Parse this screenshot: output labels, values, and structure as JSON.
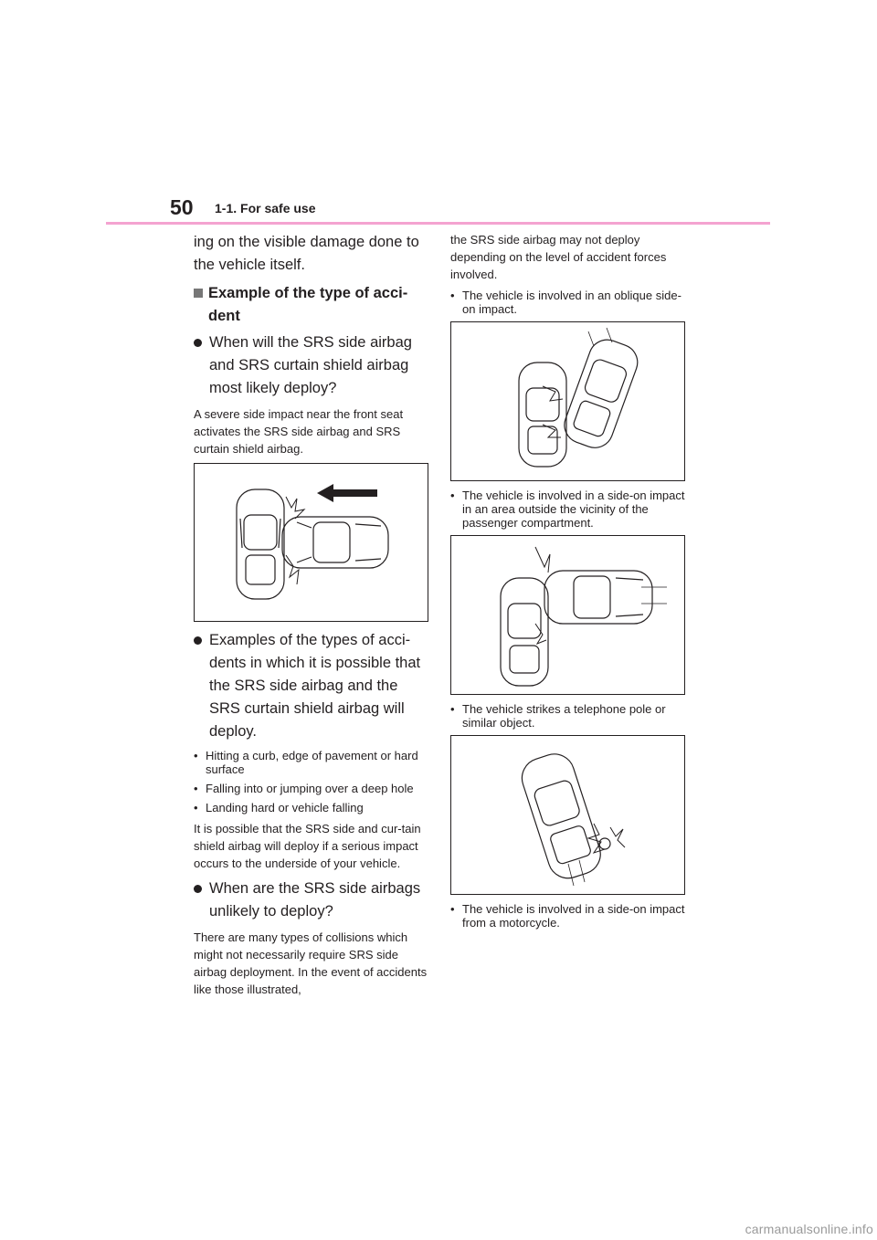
{
  "header": {
    "page_number": "50",
    "section_title": "1-1. For safe use"
  },
  "left_column": {
    "intro_text": "ing on the visible damage done to the vehicle itself.",
    "example_heading": "Example of the type of acci-dent",
    "q1_heading": "When will the SRS side airbag and SRS curtain shield airbag most likely deploy?",
    "q1_text": "A severe side impact near the front seat activates the SRS side airbag and SRS curtain shield airbag.",
    "q2_heading": "Examples of the types of acci-dents in which it is possible that the SRS side airbag and the SRS curtain shield airbag will deploy.",
    "q2_bullets": [
      "Hitting a curb, edge of pavement or hard surface",
      "Falling into or jumping over a deep hole",
      "Landing hard or vehicle falling"
    ],
    "q2_text": "It is possible that the SRS side and cur-tain shield airbag will deploy if a serious impact occurs to the underside of your vehicle.",
    "q3_heading": "When are the SRS side airbags unlikely to deploy?",
    "q3_text": "There are many types of collisions which might not necessarily require SRS side airbag deployment. In the event of accidents like those illustrated,"
  },
  "right_column": {
    "continued_text": "the SRS side airbag may not deploy depending on the level of accident forces involved.",
    "bullets": [
      "The vehicle is involved in an oblique side-on impact.",
      "The vehicle is involved in a side-on impact in an area outside the vicinity of the passenger compartment.",
      "The vehicle strikes a telephone pole or similar object.",
      "The vehicle is involved in a side-on impact from a motorcycle."
    ]
  },
  "bullet_glyph": "•",
  "watermark": "carmanualsonline.info",
  "colors": {
    "header_rule": "#f4a3d0",
    "square_bullet": "#777777",
    "text": "#231f20"
  }
}
